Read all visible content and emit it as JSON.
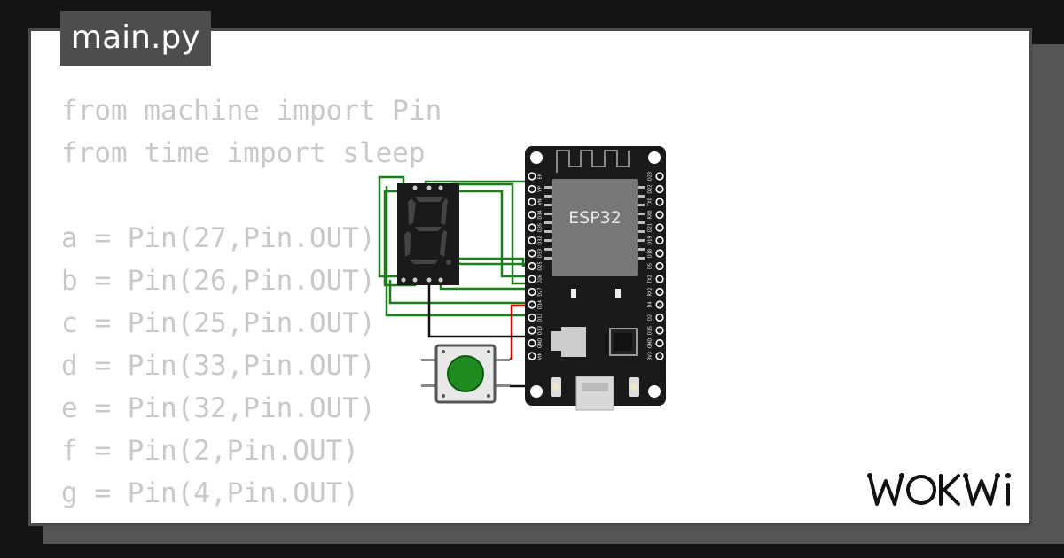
{
  "editor": {
    "filename": "main.py",
    "code_lines": [
      "from machine import Pin",
      "from time import sleep",
      "",
      "a = Pin(27,Pin.OUT)",
      "b = Pin(26,Pin.OUT)",
      "c = Pin(25,Pin.OUT)",
      "d = Pin(33,Pin.OUT)",
      "e = Pin(32,Pin.OUT)",
      "f = Pin(2,Pin.OUT)",
      "g = Pin(4,Pin.OUT)"
    ]
  },
  "circuit": {
    "board_label": "ESP32",
    "left_pins": [
      "EN",
      "VP",
      "VN",
      "D34",
      "D35",
      "D32",
      "D33",
      "D25",
      "D26",
      "D27",
      "D14",
      "D12",
      "D13",
      "GND",
      "VIN"
    ],
    "right_pins": [
      "D23",
      "D22",
      "TX0",
      "RX0",
      "D21",
      "D19",
      "D18",
      "D5",
      "TX2",
      "RX2",
      "D4",
      "D2",
      "D15",
      "GND",
      "3V3"
    ],
    "colors": {
      "wire": "#1a7f1a",
      "power_wire": "#e00000",
      "ground_wire": "#111111",
      "button": "#1f8a1f",
      "board": "#1a1a1a"
    }
  },
  "brand": {
    "logo_text": "WOKWi"
  },
  "colors": {
    "background": "#141414",
    "card": "#ffffff",
    "tab": "#4d4d4d",
    "code": "#c9c9c9"
  }
}
